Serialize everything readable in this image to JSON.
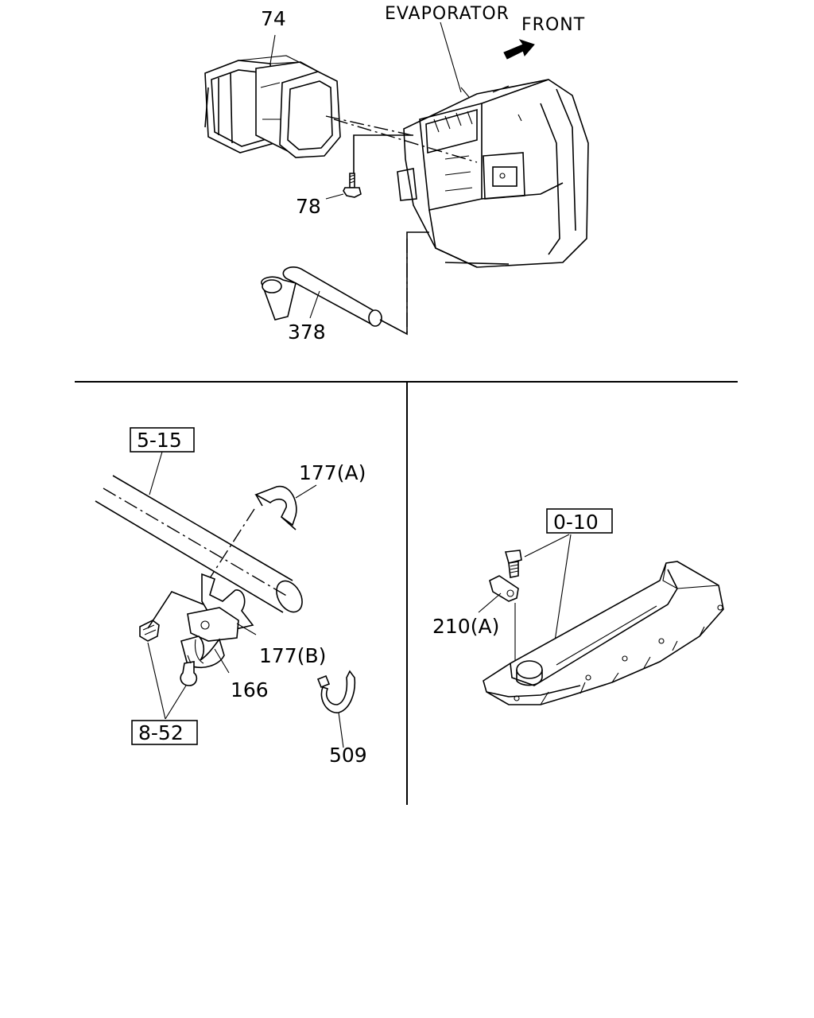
{
  "labels": {
    "evaporator": "EVAPORATOR",
    "front": "FRONT",
    "p74": "74",
    "p78": "78",
    "p378": "378",
    "ref_5_15": "5-15",
    "p177a": "177(A)",
    "p177b": "177(B)",
    "p166": "166",
    "ref_8_52": "8-52",
    "p509": "509",
    "ref_0_10": "0-10",
    "p210a": "210(A)"
  },
  "icons": {
    "front_arrow": "front-arrow-icon"
  },
  "colors": {
    "line": "#000000",
    "background": "#ffffff"
  }
}
